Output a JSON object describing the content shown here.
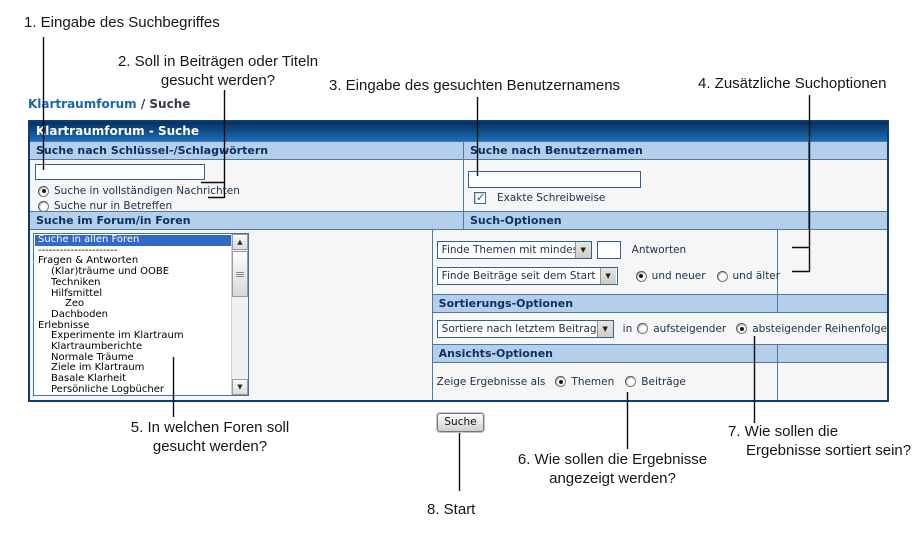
{
  "annotations": {
    "a1": "1. Eingabe des Suchbegriffes",
    "a2_line1": "2. Soll in Beiträgen oder Titeln",
    "a2_line2": "gesucht werden?",
    "a3": "3. Eingabe des gesuchten Benutzernamens",
    "a4": "4. Zusätzliche Suchoptionen",
    "a5_line1": "5. In welchen Foren soll",
    "a5_line2": "gesucht werden?",
    "a6_line1": "6. Wie sollen die Ergebnisse",
    "a6_line2": "angezeigt werden?",
    "a7_line1": "7. Wie sollen die",
    "a7_line2": "Ergebnisse sortiert sein?",
    "a8": "8. Start"
  },
  "breadcrumb": {
    "forum": "Klartraumforum",
    "separator": "/",
    "page": "Suche"
  },
  "header": {
    "title": "Klartraumforum - Suche"
  },
  "sections": {
    "keywords": {
      "title": "Suche nach Schlüssel-/Schlagwörtern",
      "input_value": "",
      "radio_full_label": "Suche in vollständigen Nachrichten",
      "radio_full_checked": true,
      "radio_topics_label": "Suche nur in Betreffen",
      "radio_topics_checked": false
    },
    "username": {
      "title": "Suche nach Benutzernamen",
      "input_value": "",
      "checkbox_label": "Exakte Schreibweise",
      "checkbox_checked": true
    },
    "forums": {
      "title": "Suche im Forum/in Foren",
      "items": [
        {
          "label": "Suche in allen Foren",
          "indent": 0,
          "selected": true
        },
        {
          "label": "----------------------",
          "indent": 0,
          "selected": false
        },
        {
          "label": "Fragen & Antworten",
          "indent": 0,
          "selected": false
        },
        {
          "label": "(Klar)träume und OOBE",
          "indent": 1,
          "selected": false
        },
        {
          "label": "Techniken",
          "indent": 1,
          "selected": false
        },
        {
          "label": "Hilfsmittel",
          "indent": 1,
          "selected": false
        },
        {
          "label": "Zeo",
          "indent": 2,
          "selected": false
        },
        {
          "label": "Dachboden",
          "indent": 1,
          "selected": false
        },
        {
          "label": "Erlebnisse",
          "indent": 0,
          "selected": false
        },
        {
          "label": "Experimente im Klartraum",
          "indent": 1,
          "selected": false
        },
        {
          "label": "Klartraumberichte",
          "indent": 1,
          "selected": false
        },
        {
          "label": "Normale Träume",
          "indent": 1,
          "selected": false
        },
        {
          "label": "Ziele im Klartraum",
          "indent": 1,
          "selected": false
        },
        {
          "label": "Basale Klarheit",
          "indent": 1,
          "selected": false
        },
        {
          "label": "Persönliche Logbücher",
          "indent": 1,
          "selected": false
        }
      ]
    },
    "search_options": {
      "title": "Such-Optionen",
      "select_topics_value": "Finde Themen mit mindestens",
      "replies_input_value": "",
      "replies_label": "Antworten",
      "select_posts_value": "Finde Beiträge seit dem Start",
      "radio_newer_label": "und neuer",
      "radio_newer_checked": true,
      "radio_older_label": "und älter",
      "radio_older_checked": false
    },
    "sort_options": {
      "title": "Sortierungs-Optionen",
      "select_sort_value": "Sortiere nach letztem Beitragsdatum",
      "in_label": "in",
      "radio_asc_label": "aufsteigender",
      "radio_asc_checked": false,
      "radio_desc_label": "absteigender Reihenfolge",
      "radio_desc_checked": true
    },
    "view_options": {
      "title": "Ansichts-Optionen",
      "label": "Zeige Ergebnisse als",
      "radio_topics_label": "Themen",
      "radio_topics_checked": true,
      "radio_posts_label": "Beiträge",
      "radio_posts_checked": false
    }
  },
  "buttons": {
    "search": "Suche"
  },
  "icons": {
    "dropdown_arrow": "▼",
    "scroll_up": "▲",
    "scroll_down": "▼"
  },
  "colors": {
    "table_border": "#0e3f74",
    "title_bar_top": "#072f5f",
    "title_bar_bottom": "#1d6fb4",
    "section_header_bg": "#b5cfea",
    "section_header_text": "#0b3166",
    "selection_blue": "#316ac5",
    "link_blue": "#1d64b0",
    "annotation_line": "#0b0b0b"
  }
}
